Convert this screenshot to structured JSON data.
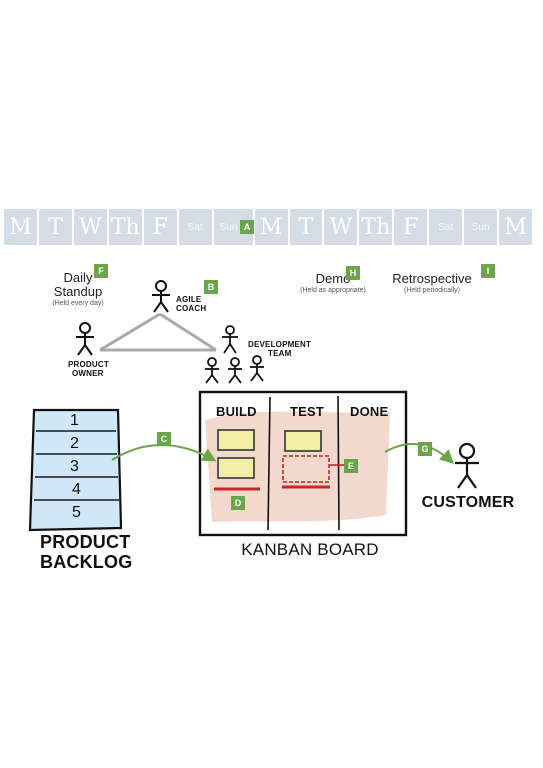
{
  "calendar": {
    "days": [
      "M",
      "T",
      "W",
      "Th",
      "F",
      "Sat",
      "Sun",
      "M",
      "T",
      "W",
      "Th",
      "F",
      "Sat",
      "Sun",
      "M"
    ]
  },
  "events": {
    "daily": {
      "title": "Daily Standup",
      "line1": "Daily",
      "line2": "Standup",
      "note": "(Held every day)",
      "badge": "F"
    },
    "demo": {
      "title": "Demo",
      "note": "(Held as appropriate)",
      "badge": "H"
    },
    "retro": {
      "title": "Retrospective",
      "note": "(Held periodically)",
      "badge": "I"
    },
    "sprint_badge": "A"
  },
  "roles": {
    "agile_coach": {
      "line1": "AGILE",
      "line2": "COACH",
      "badge": "B"
    },
    "product_owner": {
      "line1": "PRODUCT",
      "line2": "OWNER"
    },
    "dev_team": {
      "line1": "DEVELOPMENT",
      "line2": "TEAM"
    }
  },
  "backlog": {
    "items": [
      "1",
      "2",
      "3",
      "4",
      "5"
    ],
    "label1": "PRODUCT",
    "label2": "BACKLOG",
    "arrow_badge": "C"
  },
  "kanban": {
    "title": "KANBAN BOARD",
    "columns": [
      "BUILD",
      "TEST",
      "DONE"
    ],
    "wip_badge": "D",
    "blocked_badge": "E"
  },
  "customer": {
    "label": "CUSTOMER",
    "arrow_badge": "G"
  },
  "colors": {
    "badge": "#6ba54a",
    "calendar": "#d4dce5",
    "sticky": "#f3eea6",
    "board_wash": "#e9b8a6",
    "red": "#c8262a",
    "backlog": "#cfe7f7"
  }
}
